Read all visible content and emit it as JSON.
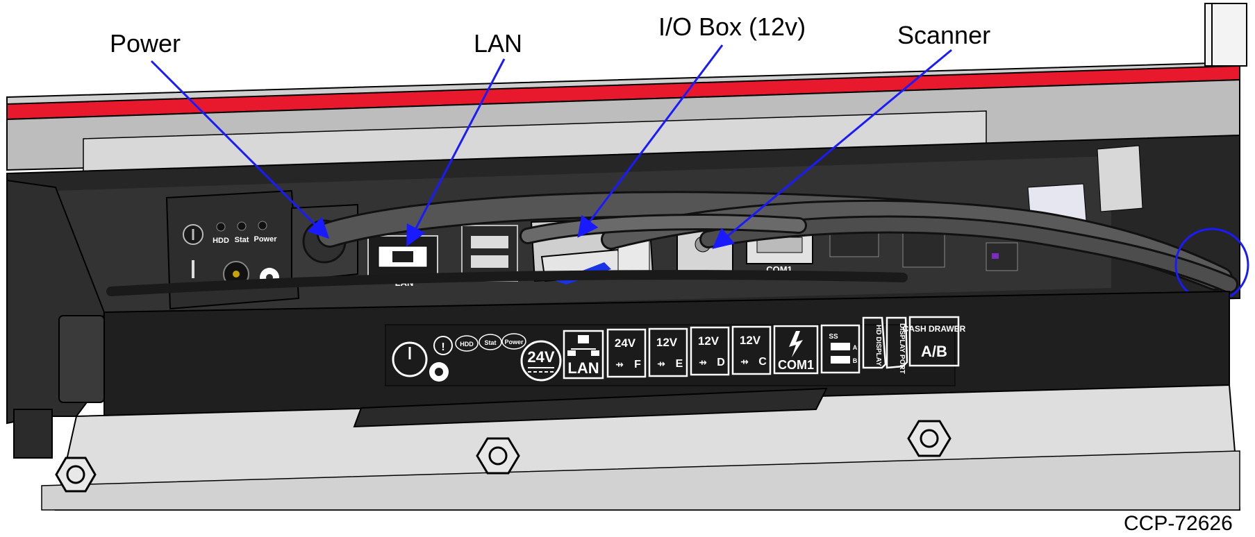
{
  "callouts": {
    "power": "Power",
    "lan": "LAN",
    "io_box": "I/O Box (12v)",
    "scanner": "Scanner"
  },
  "figure_id": "CCP-72626",
  "top_port_labels": {
    "hdd": "HDD",
    "stat": "Stat",
    "power": "Power",
    "lan": "LAN",
    "com1": "COM1"
  },
  "label_strip": {
    "hdd": "HDD",
    "stat": "Stat",
    "power": "Power",
    "v24": "24V",
    "lan": "LAN",
    "p24v": "24V",
    "p24v_port": "F",
    "p12v_e": "12V",
    "p12v_e_port": "E",
    "p12v_d": "12V",
    "p12v_d_port": "D",
    "p12v_c": "12V",
    "p12v_c_port": "C",
    "com1": "COM1",
    "ss": "SS",
    "usb_a": "A",
    "usb_b": "B",
    "hd_display": "HD DISPLAY",
    "display_port": "DISPLAY PORT",
    "cash_drawer": "CASH DRAWER",
    "cash_drawer_ab": "A/B"
  },
  "colors": {
    "arrow": "#1a1aff",
    "accent_red": "#e8192c",
    "panel_dark": "#2b2b2b",
    "cable": "#4a4a4a",
    "chassis_light": "#d9d9d9"
  }
}
